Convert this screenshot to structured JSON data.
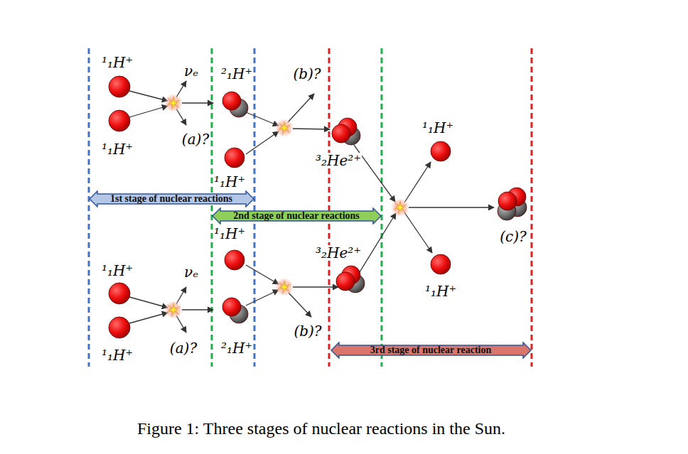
{
  "diagram": {
    "caption": "Figure 1: Three stages of nuclear reactions in the Sun.",
    "nodes": [
      {
        "text": [
          "1st stage of nuclear reactions"
        ]
      },
      {
        "text": [
          "2nd stage of nuclear reactions"
        ]
      },
      {
        "text": [
          "3rd stage of nuclear reaction"
        ]
      }
    ],
    "labels": [
      "¹₁H⁺",
      "νₑ",
      "²₁H⁺",
      "(b)?",
      "¹₁H⁺",
      "(a)?",
      "¹₁H⁺",
      "³₂He²⁺",
      "¹₁H⁺",
      "(c)?",
      "¹₁H⁺",
      "³₂He²⁺",
      "¹₁H⁺",
      "νₑ",
      "¹₁H⁺",
      "(b)?",
      "(a)?",
      "²₁H⁺",
      "¹₁H⁺"
    ]
  }
}
